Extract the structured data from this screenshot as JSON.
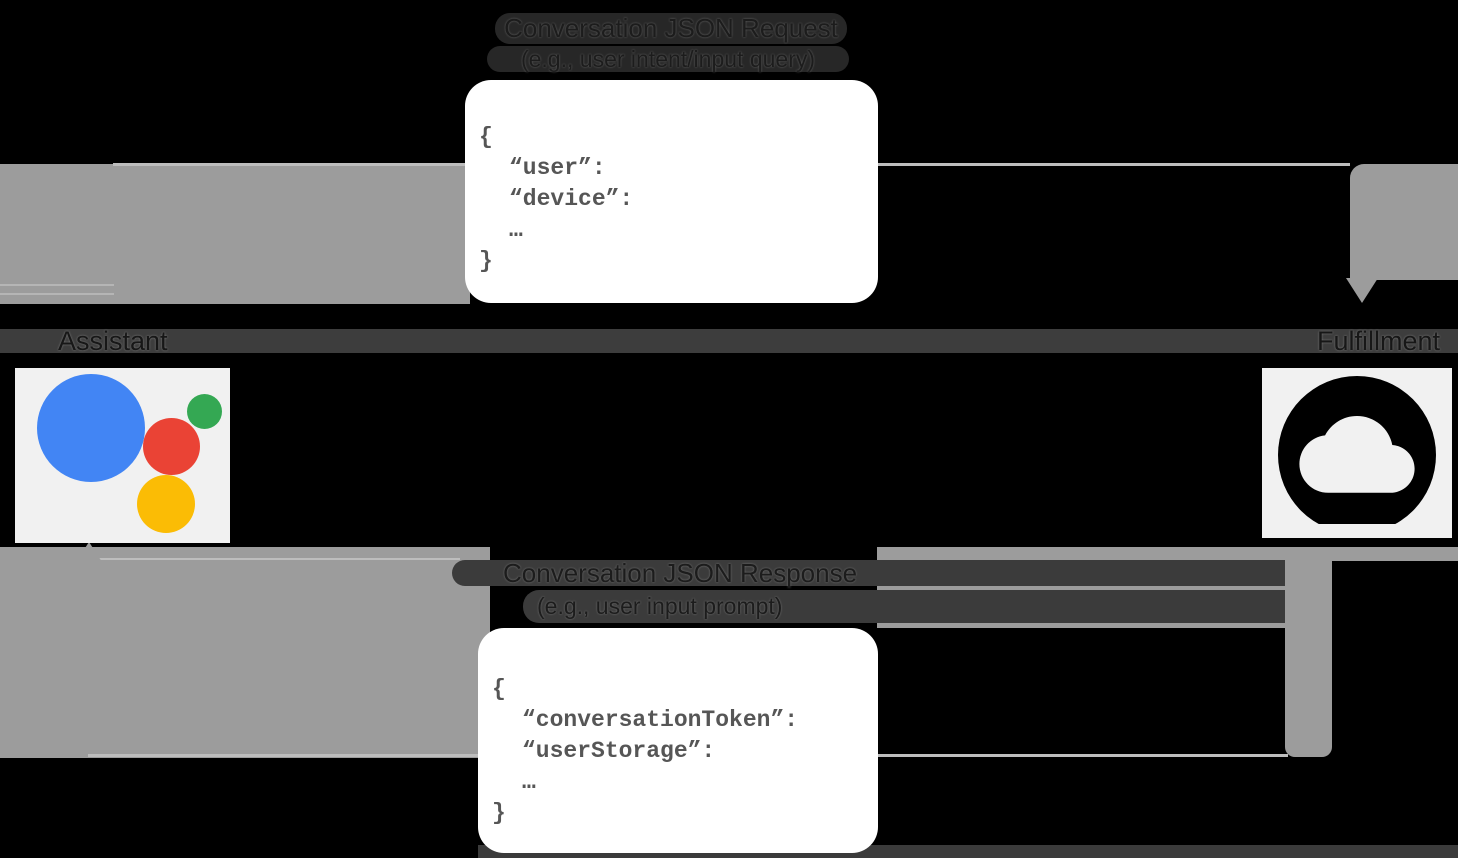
{
  "diagram": {
    "request": {
      "title": "Conversation JSON Request",
      "subtitle": "(e.g., user intent/input query)",
      "json_lines": [
        "{",
        "“user”:",
        "“device”:",
        "…",
        "}"
      ]
    },
    "response": {
      "title": "Conversation JSON Response",
      "subtitle": "(e.g., user input prompt)",
      "json_lines": [
        "{",
        "“conversationToken”:",
        "“userStorage”:",
        "…",
        "}"
      ]
    },
    "actors": {
      "left": "Assistant",
      "right": "Fulfillment"
    },
    "icons": {
      "assistant": "google-assistant-logo",
      "fulfillment": "cloud-icon"
    },
    "colors": {
      "background": "#000000",
      "arrow_gray": "#9c9c9c",
      "bar_dark": "#3b3b3b",
      "actor_bar": "#3d3d3d",
      "card_bg": "#ffffff",
      "code_text": "#565656",
      "assistant_blue": "#4285F4",
      "assistant_red": "#EA4335",
      "assistant_yellow": "#FBBC05",
      "assistant_green": "#34A853",
      "logo_tile": "#f1f1f1"
    }
  }
}
